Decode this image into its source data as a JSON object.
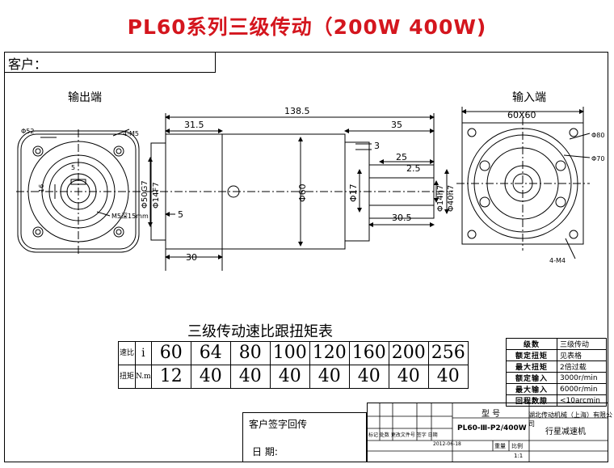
{
  "title": "PL60系列三级传动（200W 400W)",
  "customer_label": "客户：",
  "views": {
    "output_end": "输出端",
    "input_end": "输入端"
  },
  "dimensions": {
    "overall_length": "138.5",
    "d_31_5": "31.5",
    "d_35": "35",
    "d_3": "3",
    "d_25": "25",
    "d_2_5": "2.5",
    "d_5_left": "5",
    "d_5_mid": "5",
    "d_30_5": "30.5",
    "d_30": "30",
    "phi50": "Φ50G7",
    "phi14_f7": "Φ14F7",
    "phi60": "Φ60",
    "phi17": "Φ17",
    "phi14_h7": "Φ14h7",
    "phi40_h7": "Φ40h7",
    "phi52": "Φ52",
    "m5_holes": "4-M5",
    "m5_depth": "M5深15mm",
    "d_16": "16",
    "d_5_face": "5",
    "flange": "60X60",
    "phi80": "Φ80",
    "phi70": "Φ70",
    "m4_holes": "4-M4"
  },
  "torque_table": {
    "title": "三级传动速比跟扭矩表",
    "ratio_header": "速比",
    "ratio_symbol": "i",
    "torque_header": "扭矩",
    "torque_unit": "N.m",
    "ratios": [
      "60",
      "64",
      "80",
      "100",
      "120",
      "160",
      "200",
      "256"
    ],
    "torques": [
      "12",
      "40",
      "40",
      "40",
      "40",
      "40",
      "40",
      "40"
    ]
  },
  "perf_table": [
    {
      "key": "级数",
      "value": "三级传动"
    },
    {
      "key": "额定扭矩",
      "value": "见表格"
    },
    {
      "key": "最大扭矩",
      "value": "2倍过载"
    },
    {
      "key": "额定输入",
      "value": "3000r/min"
    },
    {
      "key": "最大输入",
      "value": "6000r/min"
    },
    {
      "key": "回程数隙",
      "value": "<10arcmin"
    }
  ],
  "sign": {
    "customer_sign": "客户签字回传",
    "date": "日  期:"
  },
  "title_block": {
    "model_label": "型  号",
    "model_value": "PL60-Ⅲ-P2/400W",
    "company": "湖北传动机械（上海）有限公司",
    "product": "行星减速机",
    "weight": "重量",
    "scale": "比例",
    "scale_value": "1:1",
    "date_value": "2012-06-18",
    "col_headers": "标记 处数 更改文件号 签字 日期"
  },
  "colors": {
    "title": "#d4161e",
    "line": "#000000"
  }
}
